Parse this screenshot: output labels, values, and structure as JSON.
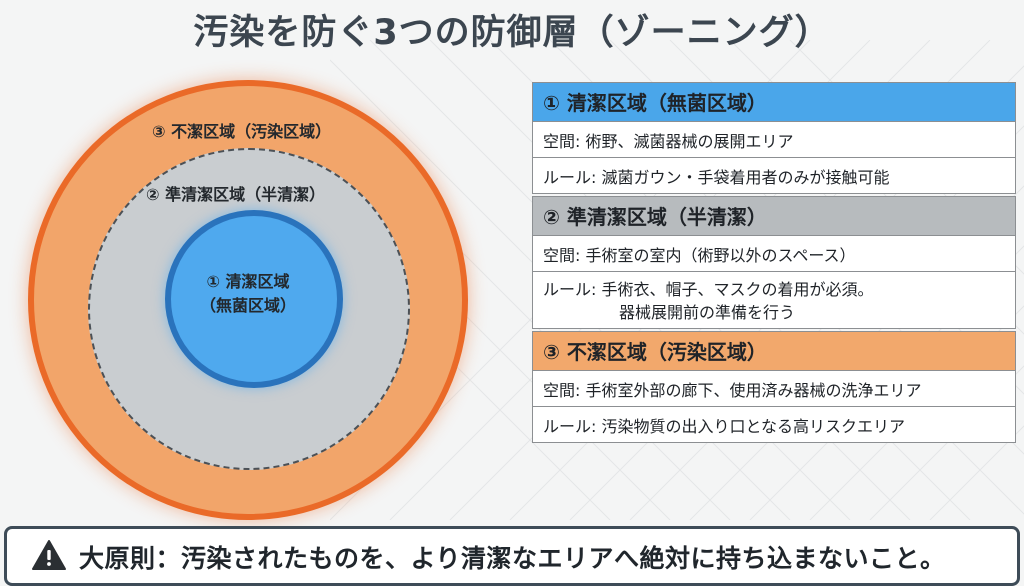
{
  "title": "汚染を防ぐ3つの防御層（ゾーニング）",
  "diagram": {
    "outer_label": "③ 不潔区域（汚染区域）",
    "middle_label": "② 準清潔区域（半清潔）",
    "inner_label_line1": "① 清潔区域",
    "inner_label_line2": "（無菌区域）"
  },
  "zones": [
    {
      "header": "① 清潔区域（無菌区域）",
      "space": "空間: 術野、滅菌器械の展開エリア",
      "rule_line1": "ルール: 滅菌ガウン・手袋着用者のみが接触可能",
      "rule_line2": ""
    },
    {
      "header": "② 準清潔区域（半清潔）",
      "space": "空間: 手術室の室内（術野以外のスペース）",
      "rule_line1": "ルール: 手術衣、帽子、マスクの着用が必須。",
      "rule_line2": "器械展開前の準備を行う"
    },
    {
      "header": "③ 不潔区域（汚染区域）",
      "space": "空間: 手術室外部の廊下、使用済み器械の洗浄エリア",
      "rule_line1": "ルール: 汚染物質の出入り口となる高リスクエリア",
      "rule_line2": ""
    }
  ],
  "banner": {
    "text": "大原則：汚染されたものを、より清潔なエリアへ絶対に持ち込まないこと。",
    "icon": "warning-icon"
  },
  "colors": {
    "clean_zone": "#4aa6ea",
    "semi_clean_zone": "#b7bbbe",
    "dirty_zone": "#f2a86c",
    "dirty_border": "#ea6a28"
  }
}
